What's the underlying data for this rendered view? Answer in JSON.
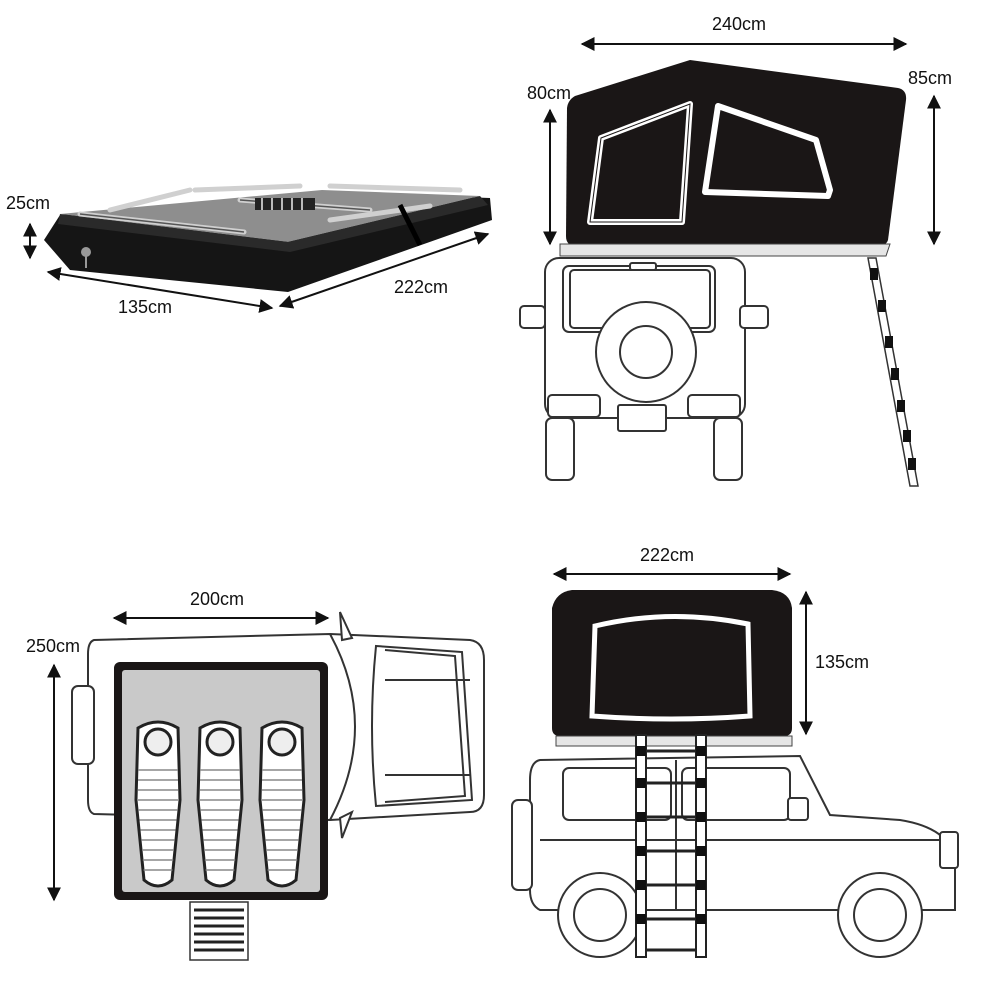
{
  "panels": {
    "closed_tent": {
      "height_label": "25cm",
      "width_label": "135cm",
      "length_label": "222cm"
    },
    "rear_view": {
      "width_label": "240cm",
      "left_height_label": "80cm",
      "right_height_label": "85cm"
    },
    "top_view": {
      "floor_length_label": "200cm",
      "floor_width_label": "250cm",
      "sleeping_bag_count": 3
    },
    "side_view": {
      "width_label": "222cm",
      "height_label": "135cm"
    }
  },
  "colors": {
    "tent_shell": "#1a1616",
    "window_frame": "#ffffff",
    "floor_gray": "#c9c9c9",
    "line": "#111111"
  }
}
